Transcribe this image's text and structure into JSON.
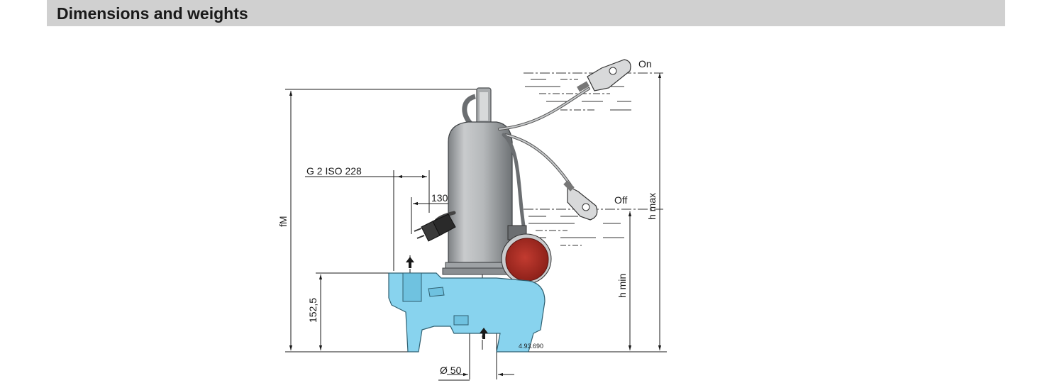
{
  "header": {
    "title": "Dimensions and weights"
  },
  "diagram": {
    "labels": {
      "on": "On",
      "off": "Off",
      "outlet_thread": "G 2 ISO 228",
      "outlet_offset": "130",
      "height_total": "fM",
      "inlet_height": "152,5",
      "level_min": "h min",
      "level_max": "h max",
      "inlet_diameter": "Ø 50",
      "drawing_code": "4.93.690"
    },
    "colors": {
      "base": "#88d3ee",
      "motor": "#b7b9bb",
      "float": "#b63128",
      "cable": "#8e9194",
      "line": "#1a1a1a"
    }
  }
}
